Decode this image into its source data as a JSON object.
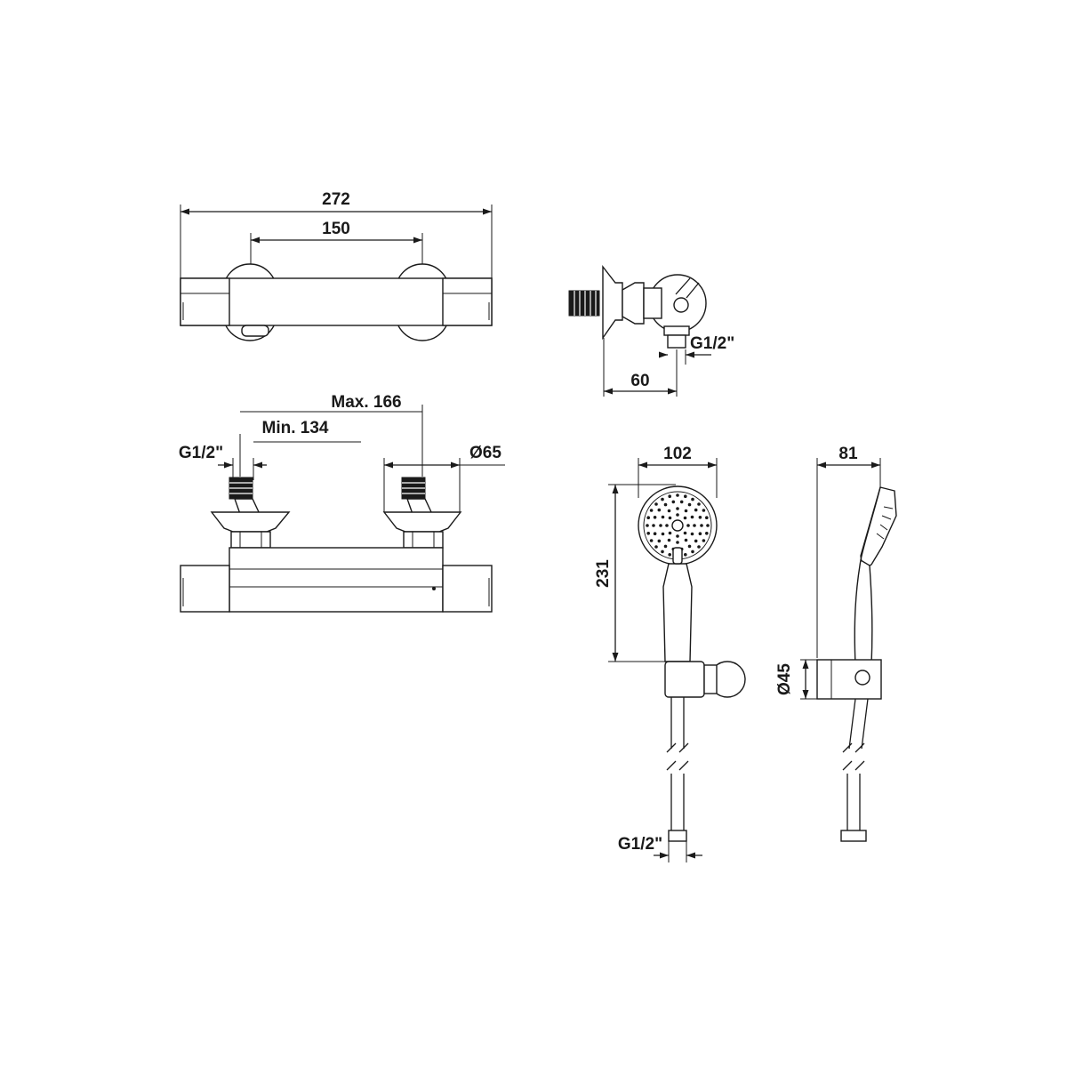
{
  "dimensions": {
    "overall_width": "272",
    "center_distance": "150",
    "max_center": "Max. 166",
    "min_center": "Min. 134",
    "inlet_thread_front": "G1/2\"",
    "escutcheon_diameter": "Ø65",
    "outlet_thread_side": "G1/2\"",
    "wall_depth": "60",
    "handshower_head_width": "102",
    "handshower_length": "231",
    "handshower_depth": "81",
    "holder_diameter": "Ø45",
    "hose_thread": "G1/2\""
  },
  "colors": {
    "line": "#1a1a1a",
    "background": "#ffffff"
  }
}
